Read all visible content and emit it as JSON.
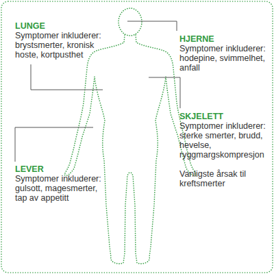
{
  "diagram": {
    "labels": [
      "LUNGE",
      "Symptomer inkluderer: brystsmerter, kronisk hoste, kortpusthet",
      "HJERNE",
      "Symptomer inkluderer: hodepine, svimmelhet, anfall",
      "SKJELETT",
      "Symptomer inkluderer: sterke smerter, brudd, hevelse, ryggmargskompresjon",
      "Vanligste årsak til kreftsmerter",
      "LEVER",
      "Symptomer inkluderer: gulsott, magesmerter, tap av appetitt"
    ]
  }
}
